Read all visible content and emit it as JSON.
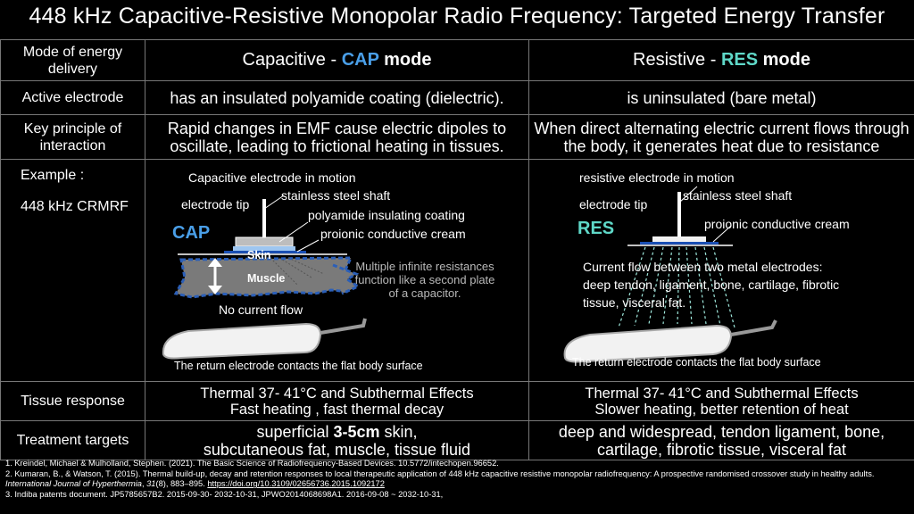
{
  "title": "448 kHz Capacitive-Resistive Monopolar Radio Frequency: Targeted Energy Transfer",
  "header_row": {
    "label": "Mode of energy delivery",
    "cap_prefix": "Capacitive  -  ",
    "cap_word": "CAP",
    "cap_suffix": " mode",
    "res_prefix": "Resistive -  ",
    "res_word": "RES",
    "res_suffix": " mode"
  },
  "active_electrode": {
    "label": "Active electrode",
    "cap": "has an insulated polyamide coating (dielectric).",
    "res": "is uninsulated (bare metal)"
  },
  "key_principle": {
    "label": "Key principle of interaction",
    "cap": "Rapid changes in EMF cause electric dipoles to oscillate, leading to frictional heating in tissues.",
    "res": "When direct alternating electric current flows through the body, it generates heat due to resistance"
  },
  "example": {
    "label": "Example :",
    "sublabel": "448 kHz CRMRF",
    "cap_diagram": {
      "title": "Capacitive electrode in motion",
      "electrode_tip": "electrode tip",
      "shaft": "stainless steel shaft",
      "coating": "polyamide insulating coating",
      "cream": "proionic conductive cream",
      "mode": "CAP",
      "skin": "Skin",
      "muscle": "Muscle",
      "resistances": "Multiple infinite resistances function like a second plate of a capacitor.",
      "no_current": "No current flow",
      "return": "The return electrode contacts the flat body surface"
    },
    "res_diagram": {
      "title": "resistive electrode in motion",
      "electrode_tip": "electrode tip",
      "shaft": "stainless steel shaft",
      "cream": "proionic conductive cream",
      "mode": "RES",
      "current_flow": "Current flow between two metal electrodes: deep tendon, ligament, bone, cartilage, fibrotic tissue, visceral fat.",
      "return": "The return electrode contacts the flat body surface"
    }
  },
  "tissue_response": {
    "label": "Tissue response",
    "cap_line1": "Thermal  37-  41°C and Subthermal Effects",
    "cap_line2": "Fast heating , fast thermal decay",
    "res_line1": "Thermal 37-  41°C and Subthermal Effects",
    "res_line2": "Slower heating, better retention of heat"
  },
  "treatment_targets": {
    "label": "Treatment targets",
    "cap_pre": "superficial ",
    "cap_bold": "3-5cm",
    "cap_post": " skin,",
    "cap_line2": "subcutaneous fat, muscle, tissue fluid",
    "res_line1": "deep and widespread, tendon ligament, bone,",
    "res_line2": "cartilage, fibrotic tissue, visceral fat"
  },
  "references": {
    "r1": "1.   Kreindel, Michael & Mulholland, Stephen. (2021). The Basic Science of Radiofrequency-Based Devices. 10.5772/intechopen.96652.",
    "r2_a": "2.   Kumaran, B., & Watson, T. (2015). Thermal build-up, decay and retention responses to local therapeutic application of 448 kHz capacitive resistive monopolar radiofrequency: A prospective randomised crossover study in healthy adults. ",
    "r2_journal": "International Journal of Hyperthermia",
    "r2_b": ", ",
    "r2_vol": "31",
    "r2_c": "(8), 883–895. ",
    "r2_link": "https://doi.org/10.3109/02656736.2015.1092172",
    "r3": "3.   Indiba patents document. JP5785657B2. 2015-09-30- 2032-10-31, JPWO2014068698A1. 2016-09-08 ~ 2032-10-31,"
  },
  "colors": {
    "background": "#000000",
    "cap_accent": "#4a9fe8",
    "res_accent": "#5fd8c8",
    "grid_line": "#777777"
  }
}
